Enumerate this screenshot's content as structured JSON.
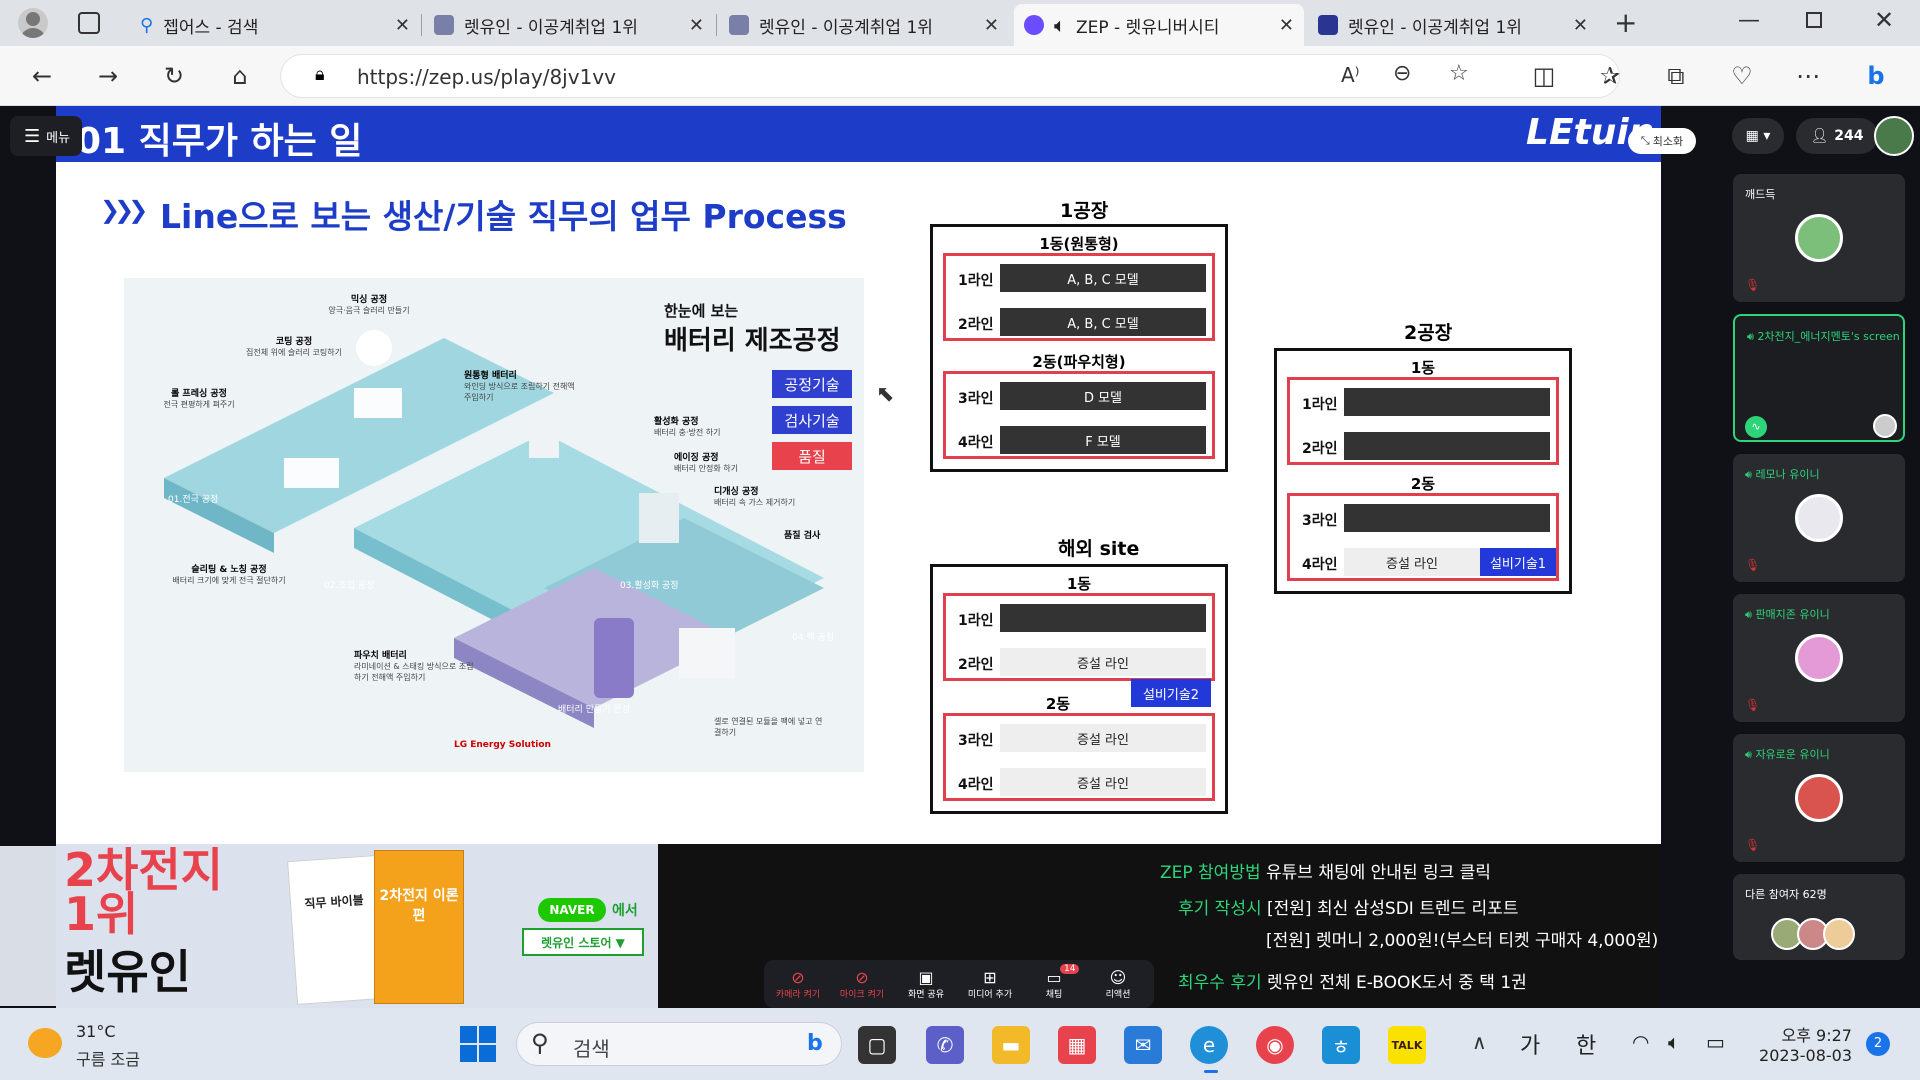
{
  "tabs": [
    {
      "title": "젭어스 - 검색",
      "icon": "search-icon"
    },
    {
      "title": "렛유인 - 이공계취업 1위",
      "icon": "letuin-favicon"
    },
    {
      "title": "렛유인 - 이공계취업 1위",
      "icon": "letuin-favicon"
    },
    {
      "title": "ZEP - 렛유니버시티",
      "icon": "zep-favicon",
      "active": true
    },
    {
      "title": "렛유인 - 이공계취업 1위",
      "icon": "letuin-favicon"
    }
  ],
  "address": {
    "url": "https://zep.us/play/8jv1vv"
  },
  "zep": {
    "menu_label": "메뉴",
    "participants_count": "244",
    "minimize_label": "최소화",
    "participants": [
      {
        "name": "깨드득",
        "muted": true
      },
      {
        "name": "2차전지_에너지멘토's screen",
        "speaking": true
      },
      {
        "name": "레모나 유이니",
        "muted": true
      },
      {
        "name": "판매지존 유이니",
        "muted": true
      },
      {
        "name": "자유로운 유이니",
        "muted": true
      }
    ],
    "others_label": "다른 참여자 62명",
    "controls": [
      {
        "label": "카메라 켜기",
        "icon": "camera-off-icon"
      },
      {
        "label": "마이크 켜기",
        "icon": "mic-off-icon"
      },
      {
        "label": "화면 공유",
        "icon": "screen-share-icon"
      },
      {
        "label": "미디어 추가",
        "icon": "media-add-icon"
      },
      {
        "label": "채팅",
        "icon": "chat-icon",
        "badge": "14"
      },
      {
        "label": "리액션",
        "icon": "reaction-icon"
      }
    ]
  },
  "slide": {
    "header": "01 직무가 하는 일",
    "brand": "LEtuin",
    "title": "Line으로 보는 생산/기술 직무의 업무 Process",
    "infographic": {
      "heading_small": "한눈에 보는",
      "heading_big": "배터리 제조공정",
      "legend": [
        {
          "label": "공정기술",
          "color": "#2f3fd0"
        },
        {
          "label": "검사기술",
          "color": "#2f3fd0"
        },
        {
          "label": "품질",
          "color": "#e8434d"
        }
      ],
      "steps": [
        {
          "name": "믹싱 공정",
          "desc": "양극·음극 슬러리 만들기"
        },
        {
          "name": "코팅 공정",
          "desc": "집전체 위에 슬러리 코팅하기"
        },
        {
          "name": "롤 프레싱 공정",
          "desc": "전극 편평하게 펴주기"
        },
        {
          "name": "원통형 배터리",
          "desc": "와인딩 방식으로 조립하기 전해액 주입하기"
        },
        {
          "name": "활성화 공정",
          "desc": "배터리 충·방전 하기"
        },
        {
          "name": "에이징 공정",
          "desc": "배터리 안정화 하기"
        },
        {
          "name": "디개싱 공정",
          "desc": "배터리 속 가스 제거하기"
        },
        {
          "name": "품질 검사",
          "desc": ""
        },
        {
          "name": "슬리팅 & 노칭 공정",
          "desc": "배터리 크기에 맞게 전극 절단하기"
        },
        {
          "name": "파우치 배터리",
          "desc": "라미네이션 & 스태킹 방식으로 조립하기 전해액 주입하기"
        }
      ],
      "zones": [
        "01.전극 공정",
        "02.조립 공정",
        "03.활성화 공정",
        "04.팩 공정",
        "배터리 만들기 완성"
      ],
      "pack_desc": "셀로 연결된 모듈을 팩에 넣고 연결하기",
      "logo": "LG Energy Solution"
    },
    "factory1": {
      "title": "1공장",
      "building1": {
        "title": "1동(원통형)",
        "lines": [
          {
            "label": "1라인",
            "value": "A, B, C 모델"
          },
          {
            "label": "2라인",
            "value": "A, B, C 모델"
          }
        ]
      },
      "building2": {
        "title": "2동(파우치형)",
        "lines": [
          {
            "label": "3라인",
            "value": "D 모델"
          },
          {
            "label": "4라인",
            "value": "F 모델"
          }
        ]
      }
    },
    "factory2": {
      "title": "2공장",
      "building1": {
        "title": "1동",
        "lines": [
          {
            "label": "1라인",
            "value": ""
          },
          {
            "label": "2라인",
            "value": ""
          }
        ]
      },
      "building2": {
        "title": "2동",
        "lines": [
          {
            "label": "3라인",
            "value": ""
          },
          {
            "label": "4라인",
            "value": "증설 라인"
          }
        ],
        "tag": "설비기술1"
      }
    },
    "overseas": {
      "title": "해외 site",
      "building1": {
        "title": "1동",
        "lines": [
          {
            "label": "1라인",
            "value": ""
          },
          {
            "label": "2라인",
            "value": "증설 라인"
          }
        ]
      },
      "building2": {
        "title": "2동",
        "lines": [
          {
            "label": "3라인",
            "value": "증설 라인"
          },
          {
            "label": "4라인",
            "value": "증설 라인"
          }
        ],
        "tag": "설비기술2"
      }
    }
  },
  "banner": {
    "headline1": "2차전지",
    "headline2": "1위",
    "headline3": "렛유인",
    "book1": "직무 바이블",
    "book2": "2차전지 이론편",
    "naver_label": "NAVER",
    "naver_suffix": "에서",
    "store_btn": "렛유인 스토어 ▼",
    "lines": [
      {
        "key": "ZEP 참여방법",
        "text": "유튜브 채팅에 안내된 링크 클릭"
      },
      {
        "key": "후기 작성시",
        "text": "[전원] 최신 삼성SDI 트렌드 리포트"
      },
      {
        "key": "",
        "text": "[전원] 렛머니 2,000원!(부스터 티켓 구매자 4,000원)"
      },
      {
        "key": "최우수 후기",
        "text": "렛유인 전체 E-BOOK도서 중 택 1권"
      }
    ]
  },
  "taskbar": {
    "weather_temp": "31°C",
    "weather_desc": "구름 조금",
    "search_placeholder": "검색",
    "ime1": "가",
    "ime2": "한",
    "time": "오후 9:27",
    "date": "2023-08-03",
    "notif_count": "2"
  },
  "colors": {
    "accent": "#1d3cc7",
    "red": "#e0404e",
    "zep_green": "#2ed47a"
  }
}
